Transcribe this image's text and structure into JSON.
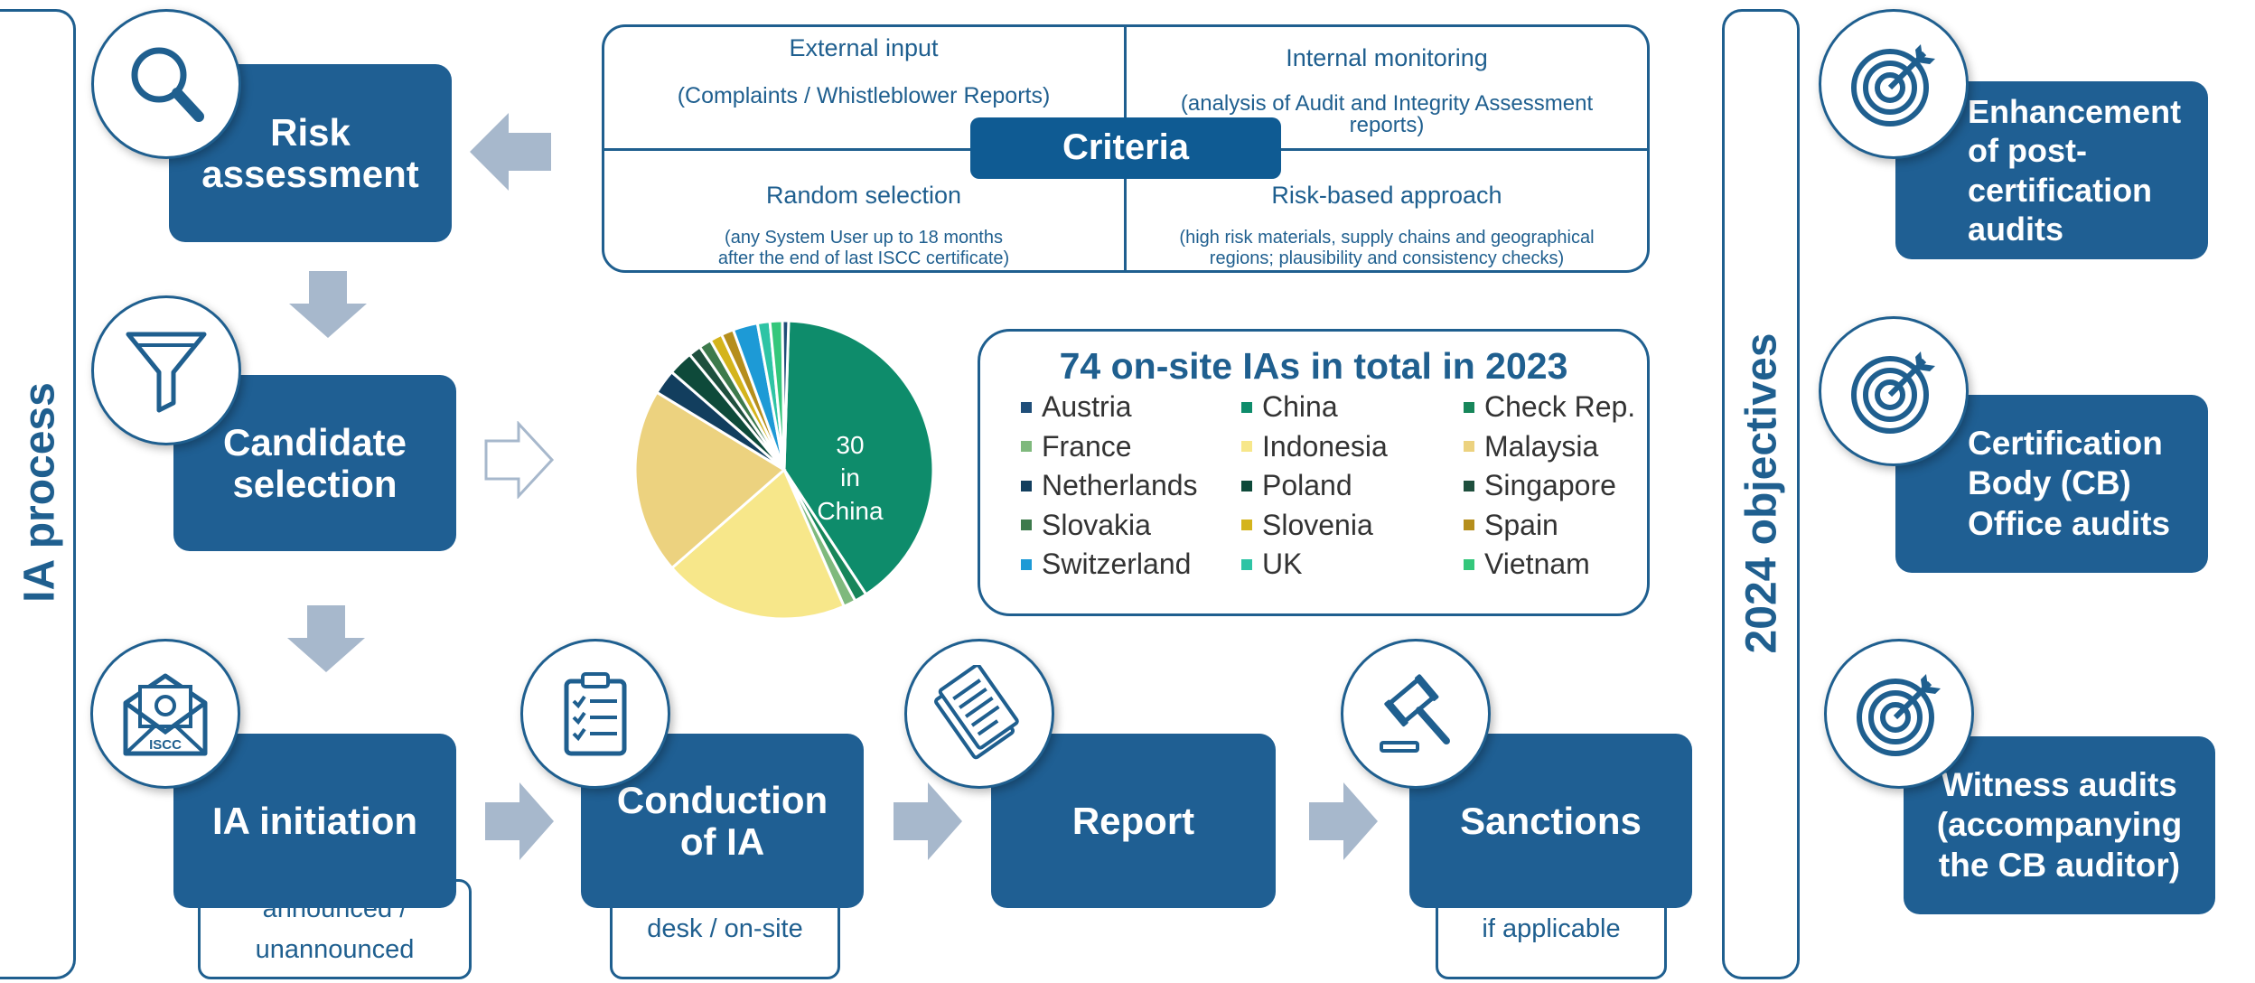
{
  "left_panel": {
    "title": "IA process"
  },
  "right_panel": {
    "title": "2024 objectives"
  },
  "process": {
    "risk_assessment": "Risk\nassessment",
    "candidate_selection": "Candidate\nselection",
    "ia_initiation": "IA initiation",
    "ia_initiation_sub": "announced /\nunannounced",
    "conduction": "Conduction\nof IA",
    "conduction_sub": "desk / on-site",
    "report": "Report",
    "sanctions": "Sanctions",
    "sanctions_sub": "if applicable",
    "iscc_label": "ISCC"
  },
  "criteria": {
    "label": "Criteria",
    "external_title": "External input",
    "external_sub": "(Complaints / Whistleblower Reports)",
    "internal_title": "Internal monitoring",
    "internal_sub": "(analysis of Audit and Integrity Assessment\nreports)",
    "random_title": "Random selection",
    "random_sub": "(any System User up to 18 months\nafter the end of last ISCC certificate)",
    "risk_title": "Risk-based approach",
    "risk_sub": "(high risk materials, supply chains and geographical\nregions; plausibility and consistency checks)"
  },
  "objectives": [
    {
      "label": "Enhancement\nof post-\ncertification\naudits"
    },
    {
      "label": "Certification\nBody (CB)\nOffice audits"
    },
    {
      "label": "Witness audits\n(accompanying\nthe CB auditor)"
    }
  ],
  "chart_data": {
    "type": "pie",
    "title": "74 on-site IAs in total in 2023",
    "slice_label": "30\nin\nChina",
    "series": [
      {
        "name": "China",
        "value": 30,
        "color": "#0e8c6b"
      },
      {
        "name": "Check Rep.",
        "value": 1,
        "color": "#17865a"
      },
      {
        "name": "France",
        "value": 1,
        "color": "#7fb97d"
      },
      {
        "name": "Indonesia",
        "value": 15,
        "color": "#f7e78a"
      },
      {
        "name": "Malaysia",
        "value": 15,
        "color": "#ecd27f"
      },
      {
        "name": "Netherlands",
        "value": 2,
        "color": "#123e5e"
      },
      {
        "name": "Poland",
        "value": 2,
        "color": "#0e4a3a"
      },
      {
        "name": "Singapore",
        "value": 1,
        "color": "#1e4f3d"
      },
      {
        "name": "Slovakia",
        "value": 1,
        "color": "#3d7a4c"
      },
      {
        "name": "Slovenia",
        "value": 1,
        "color": "#d4b41c"
      },
      {
        "name": "Spain",
        "value": 1,
        "color": "#b58e1c"
      },
      {
        "name": "Switzerland",
        "value": 2,
        "color": "#1d9ad6"
      },
      {
        "name": "UK",
        "value": 1,
        "color": "#2ec4a5"
      },
      {
        "name": "Vietnam",
        "value": 1,
        "color": "#34c77b"
      },
      {
        "name": "Austria",
        "value": 0.5,
        "color": "#1f4e79"
      }
    ],
    "legend": [
      {
        "name": "Austria",
        "color": "#1f4e79"
      },
      {
        "name": "China",
        "color": "#0e8c6b"
      },
      {
        "name": "Check Rep.",
        "color": "#17865a"
      },
      {
        "name": "France",
        "color": "#7fb97d"
      },
      {
        "name": "Indonesia",
        "color": "#f7e78a"
      },
      {
        "name": "Malaysia",
        "color": "#ecd27f"
      },
      {
        "name": "Netherlands",
        "color": "#123e5e"
      },
      {
        "name": "Poland",
        "color": "#0e4a3a"
      },
      {
        "name": "Singapore",
        "color": "#1e4f3d"
      },
      {
        "name": "Slovakia",
        "color": "#3d7a4c"
      },
      {
        "name": "Slovenia",
        "color": "#d4b41c"
      },
      {
        "name": "Spain",
        "color": "#b58e1c"
      },
      {
        "name": "Switzerland",
        "color": "#1d9ad6"
      },
      {
        "name": "UK",
        "color": "#2ec4a5"
      },
      {
        "name": "Vietnam",
        "color": "#34c77b"
      }
    ]
  }
}
